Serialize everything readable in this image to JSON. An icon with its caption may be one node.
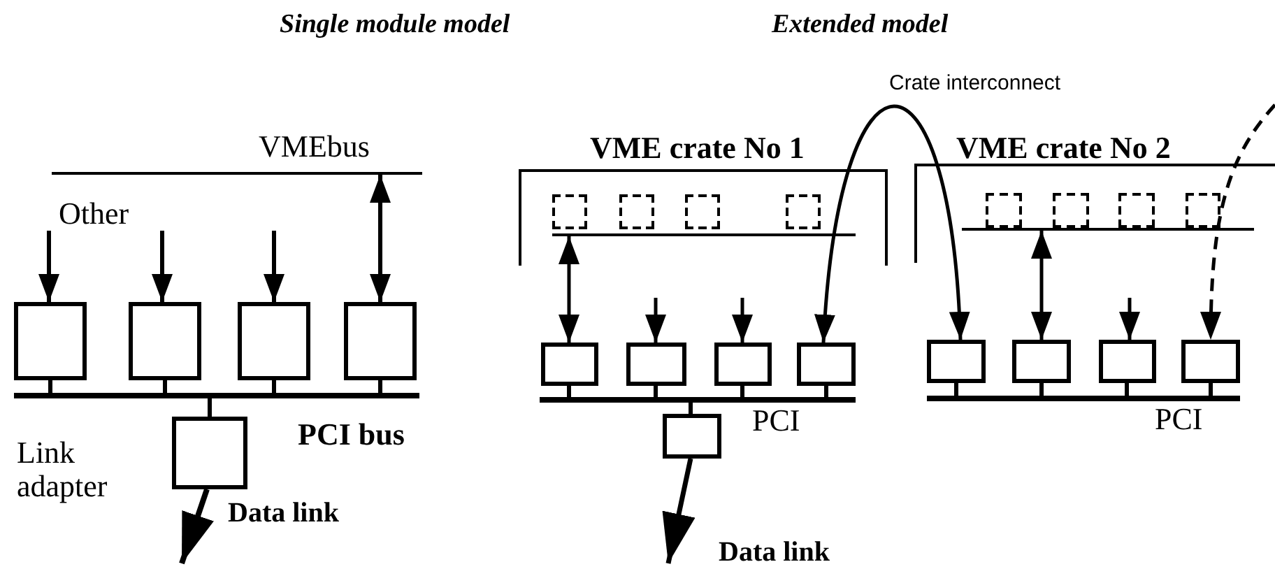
{
  "diagram": {
    "nodes": [
      {
        "text": [
          "VMEbus"
        ]
      },
      {
        "text": [],
        "shape": "box"
      },
      {
        "text": [],
        "shape": "box"
      },
      {
        "text": [],
        "shape": "box"
      },
      {
        "text": [],
        "shape": "box"
      },
      {
        "text": [
          "PCI bus"
        ]
      },
      {
        "text": [],
        "shape": "box",
        "beside": [
          "Link adapter"
        ]
      },
      {
        "text": [
          "VME crate No 1"
        ]
      },
      {
        "text": [],
        "shape": "box",
        "in": 7
      },
      {
        "text": [],
        "shape": "box",
        "in": 7
      },
      {
        "text": [],
        "shape": "box",
        "in": 7
      },
      {
        "text": [],
        "shape": "box",
        "in": 7
      },
      {
        "text": [],
        "shape": "bar",
        "in": 7
      },
      {
        "text": [
          "VME crate No 2"
        ]
      },
      {
        "text": [],
        "shape": "box",
        "in": 13
      },
      {
        "text": [],
        "shape": "box",
        "in": 13
      },
      {
        "text": [],
        "shape": "box",
        "in": 13
      },
      {
        "text": [],
        "shape": "box",
        "in": 13
      },
      {
        "text": [],
        "shape": "bar",
        "in": 13
      },
      {
        "text": [],
        "shape": "box"
      },
      {
        "text": [],
        "shape": "box"
      },
      {
        "text": [],
        "shape": "box"
      },
      {
        "text": [],
        "shape": "box"
      },
      {
        "text": [
          "PCI"
        ]
      },
      {
        "text": [],
        "shape": "box"
      },
      {
        "text": [],
        "shape": "box"
      },
      {
        "text": [],
        "shape": "box"
      },
      {
        "text": [],
        "shape": "box"
      },
      {
        "text": [],
        "shape": "box"
      },
      {
        "text": [
          "PCI"
        ]
      }
    ],
    "edges": [
      {
        "from": null,
        "to": 1,
        "arrow": "to"
      },
      {
        "from": null,
        "to": 2,
        "arrow": "to"
      },
      {
        "from": null,
        "to": 3,
        "arrow": "to"
      },
      {
        "from": 0,
        "to": 4,
        "arrow": "both"
      },
      {
        "from": 1,
        "to": 5,
        "arrow": "none"
      },
      {
        "from": 2,
        "to": 5,
        "arrow": "none"
      },
      {
        "from": 3,
        "to": 5,
        "arrow": "none"
      },
      {
        "from": 4,
        "to": 5,
        "arrow": "none"
      },
      {
        "from": 5,
        "to": 6,
        "arrow": "none"
      },
      {
        "from": 6,
        "to": null,
        "arrow": "to",
        "label": "Data link"
      },
      {
        "from": 12,
        "to": 19,
        "arrow": "both"
      },
      {
        "from": null,
        "to": 20,
        "arrow": "to"
      },
      {
        "from": null,
        "to": 21,
        "arrow": "to"
      },
      {
        "from": 22,
        "to": 25,
        "arrow": "both",
        "label": "Crate interconnect"
      },
      {
        "from": 19,
        "to": 23,
        "arrow": "none"
      },
      {
        "from": 20,
        "to": 23,
        "arrow": "none"
      },
      {
        "from": 21,
        "to": 23,
        "arrow": "none"
      },
      {
        "from": 22,
        "to": 23,
        "arrow": "none"
      },
      {
        "from": 23,
        "to": 24,
        "arrow": "none"
      },
      {
        "from": 24,
        "to": null,
        "arrow": "to",
        "label": "Data link"
      },
      {
        "from": 18,
        "to": 26,
        "arrow": "both"
      },
      {
        "from": null,
        "to": 27,
        "arrow": "to"
      },
      {
        "from": null,
        "to": 28,
        "arrow": "to",
        "style": "dashed"
      },
      {
        "from": 25,
        "to": 29,
        "arrow": "none"
      },
      {
        "from": 26,
        "to": 29,
        "arrow": "none"
      },
      {
        "from": 27,
        "to": 29,
        "arrow": "none"
      },
      {
        "from": 28,
        "to": 29,
        "arrow": "none"
      }
    ],
    "labels": [
      "Single module model",
      "Extended model",
      "Other"
    ]
  }
}
